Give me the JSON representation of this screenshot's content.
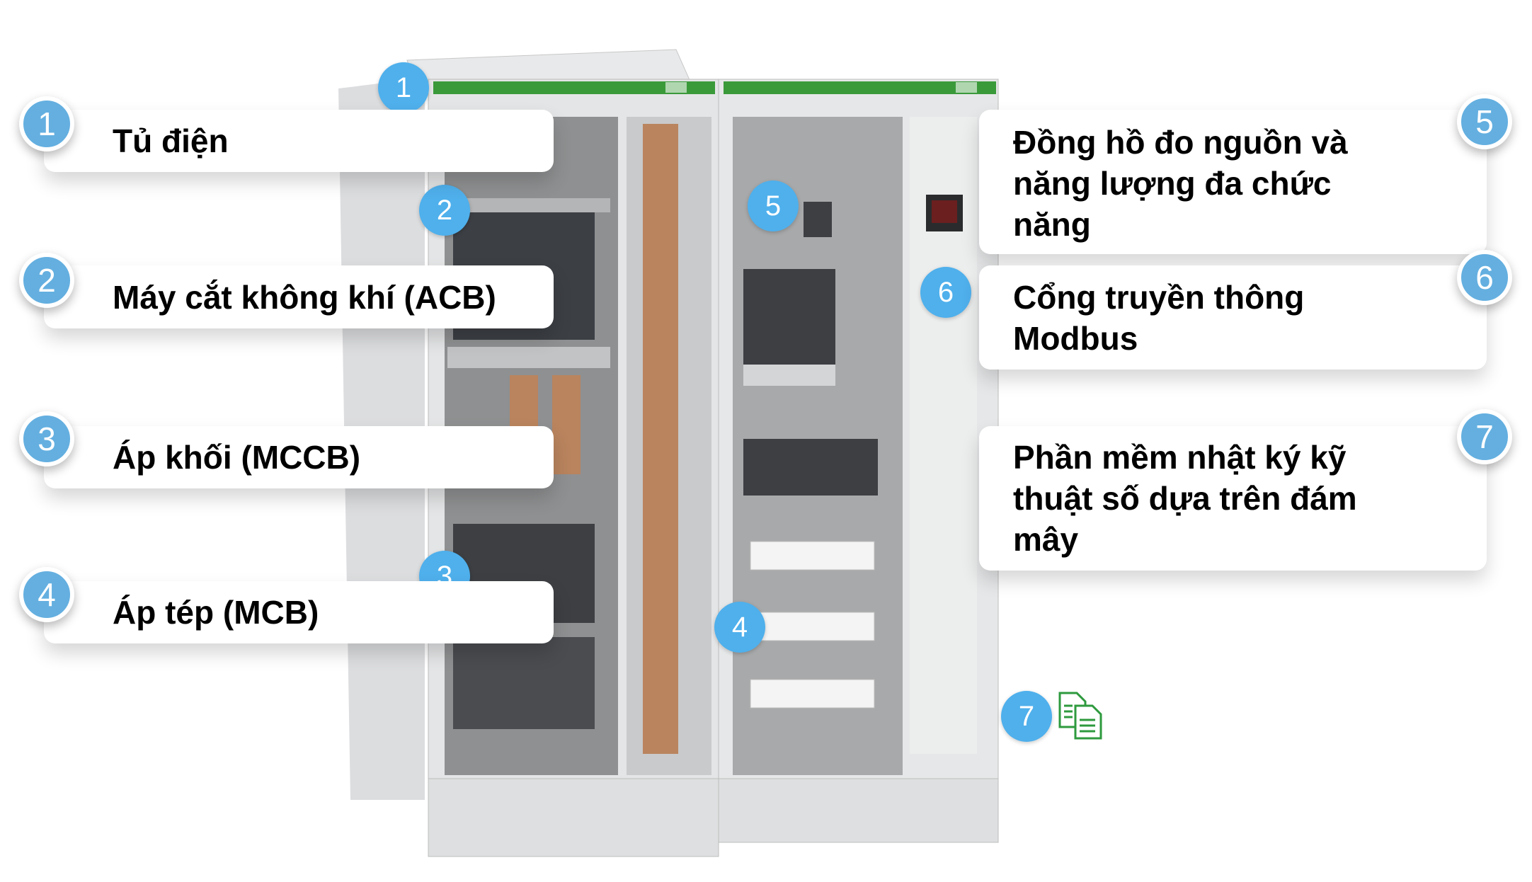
{
  "left_items": [
    {
      "number": "1",
      "label": "Tủ điện"
    },
    {
      "number": "2",
      "label": "Máy cắt không khí (ACB)"
    },
    {
      "number": "3",
      "label": "Áp khối (MCCB)"
    },
    {
      "number": "4",
      "label": "Áp tép (MCB)"
    }
  ],
  "right_items": [
    {
      "number": "5",
      "label": "Đồng hồ đo nguồn và năng lượng đa chức năng"
    },
    {
      "number": "6",
      "label": "Cổng truyền thông Modbus"
    },
    {
      "number": "7",
      "label": "Phần mềm nhật ký kỹ thuật số dựa trên đám mây"
    }
  ],
  "cabinet_markers": [
    "1",
    "2",
    "3",
    "4",
    "5",
    "6",
    "7"
  ],
  "icons": {
    "document": "documents-icon"
  },
  "colors": {
    "badge": "#64afe0",
    "marker": "#4fb0ec",
    "brand_green": "#3a9a3a",
    "card_text": "#000000"
  }
}
